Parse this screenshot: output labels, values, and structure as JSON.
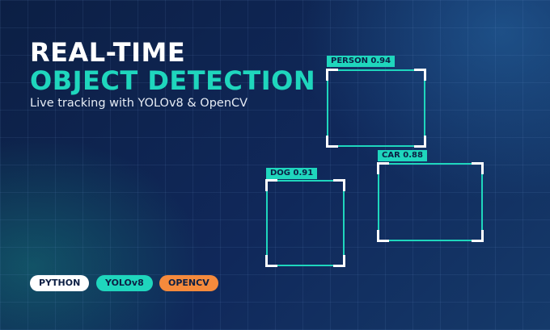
{
  "headline": {
    "line1": "REAL-TIME",
    "line2": "OBJECT DETECTION",
    "subtitle": "Live tracking with YOLOv8 & OpenCV"
  },
  "detections": [
    {
      "label": "PERSON 0.94"
    },
    {
      "label": "DOG 0.91"
    },
    {
      "label": "CAR 0.88"
    }
  ],
  "tags": [
    {
      "label": "PYTHON"
    },
    {
      "label": "YOLOv8"
    },
    {
      "label": "OPENCV"
    }
  ],
  "colors": {
    "accent": "#1fd6bd",
    "background": "#0f2550",
    "tag_python": "#ffffff",
    "tag_yolo": "#1fd6bd",
    "tag_opencv": "#f58a3c"
  }
}
